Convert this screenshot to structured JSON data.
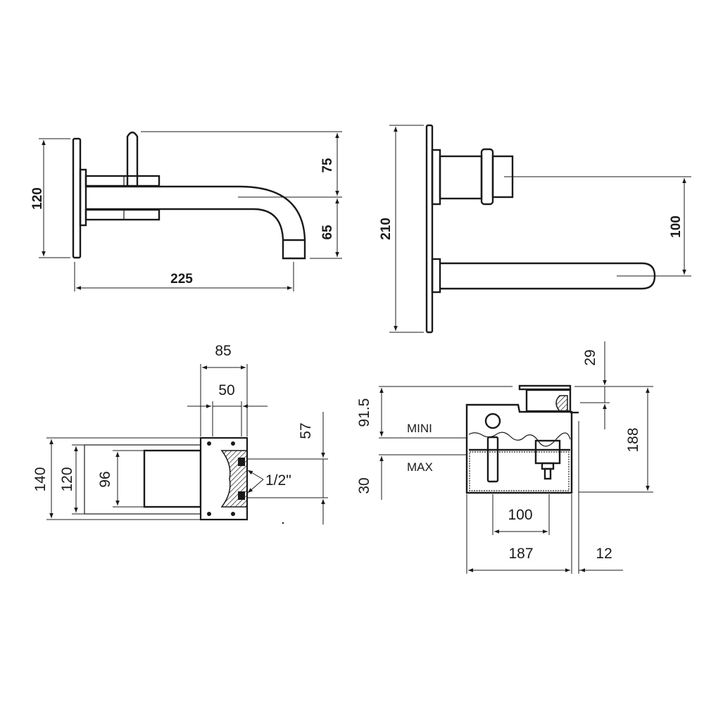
{
  "side_view": {
    "dim_height": "120",
    "dim_handle": "75",
    "dim_spout_drop": "65",
    "dim_projection": "225"
  },
  "front_view": {
    "dim_plate_height": "210",
    "dim_centers": "100"
  },
  "box_top_view": {
    "dim_outer_width": "85",
    "dim_inner_width": "50",
    "dim_height_outer": "140",
    "dim_height_mid": "120",
    "dim_height_inner": "96",
    "dim_connection_spacing": "57",
    "thread_label": "1/2\""
  },
  "box_section_view": {
    "dim_top": "91.5",
    "dim_bottom": "30",
    "label_min": "MINI",
    "label_max": "MAX",
    "dim_cap": "29",
    "dim_height": "188",
    "dim_inner": "100",
    "dim_depth": "187",
    "dim_plate": "12"
  }
}
